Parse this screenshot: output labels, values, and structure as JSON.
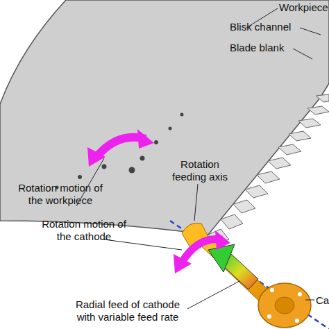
{
  "diagram": {
    "labels": [
      "Workpiece",
      "Blisk channel",
      "Blade blank",
      "Rotation feeding axis",
      "Rotation motion of the workpiece",
      "Rotation motion of the cathode",
      "Radial feed of cathode with variable feed rate",
      "Ca"
    ]
  }
}
